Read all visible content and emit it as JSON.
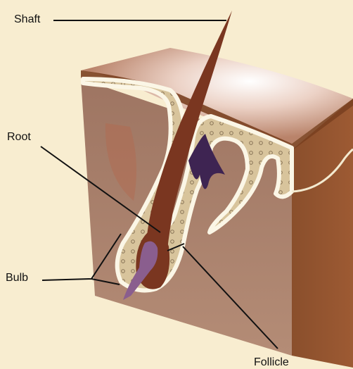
{
  "labels": {
    "shaft": "Shaft",
    "root": "Root",
    "bulb": "Bulb",
    "follicle": "Follicle"
  },
  "colors": {
    "background": "#f8edd0",
    "skin_front": "#a87d66",
    "skin_right": "#8a4f2c",
    "skin_top": "#e4c4b4",
    "epidermis_edge": "#7a4020",
    "dermal_tissue": "#d8c49c",
    "tissue_border": "#fbf6e6",
    "hair": "#7a3620",
    "papilla": "#8a5e8e",
    "gland": "#3e2452",
    "leader_line": "#111111"
  }
}
